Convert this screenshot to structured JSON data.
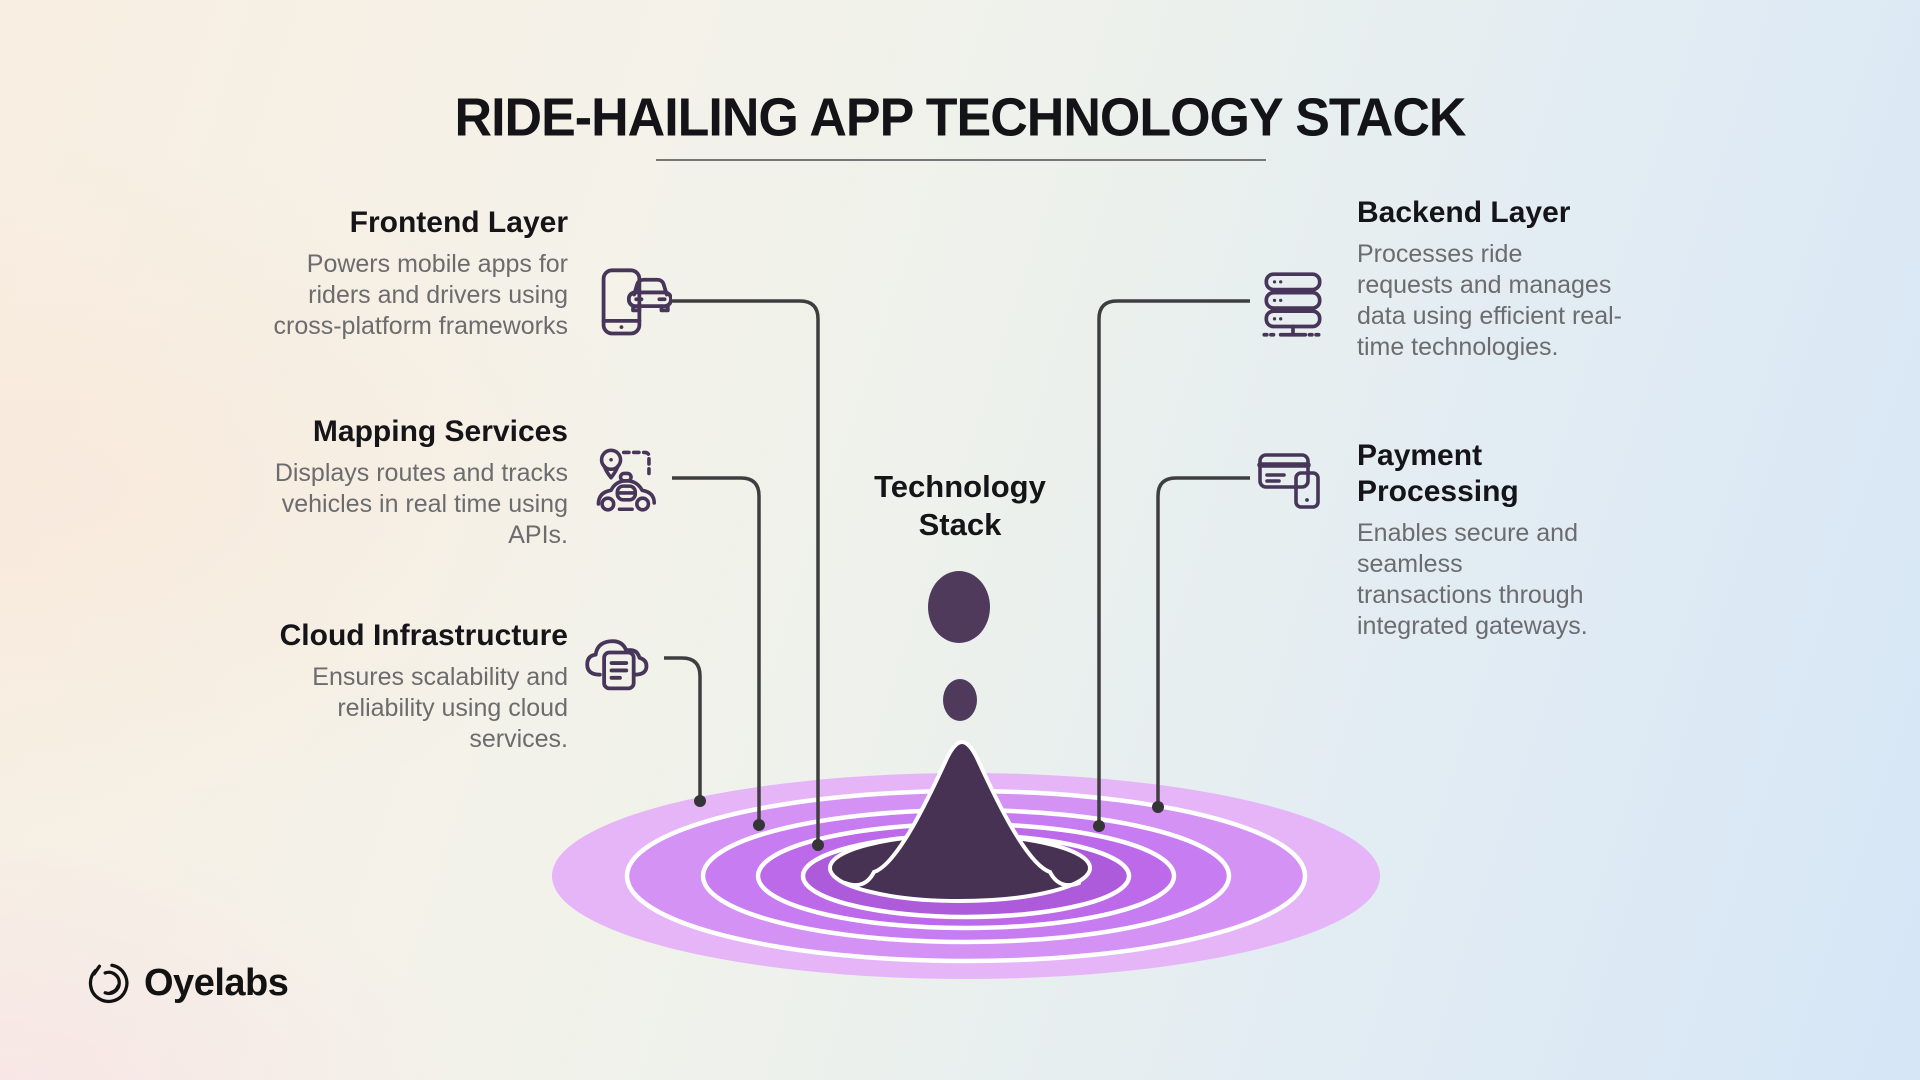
{
  "title": {
    "text": "RIDE-HAILING APP TECHNOLOGY STACK"
  },
  "center_label": {
    "line1": "Technology",
    "line2": "Stack"
  },
  "sections": {
    "frontend": {
      "heading": "Frontend Layer",
      "body": "Powers mobile apps for riders and drivers using cross-platform frameworks",
      "icon": "smartphone-car-icon"
    },
    "mapping": {
      "heading": "Mapping Services",
      "body": "Displays routes and tracks vehicles in real time using APIs.",
      "icon": "map-pin-taxi-icon"
    },
    "cloud": {
      "heading": "Cloud Infrastructure",
      "body": "Ensures scalability and reliability using cloud services.",
      "icon": "cloud-document-icon"
    },
    "backend": {
      "heading": "Backend Layer",
      "body": "Processes ride requests and manages data using efficient real-time technologies.",
      "icon": "server-rack-icon"
    },
    "payment": {
      "heading": "Payment Processing",
      "body": "Enables secure and seamless transactions through integrated gateways.",
      "icon": "credit-card-phone-icon"
    }
  },
  "brand": {
    "name": "Oyelabs",
    "icon": "oyelabs-logo-icon"
  },
  "colors": {
    "background_left": "#f8eee1",
    "background_right": "#d6e6f6",
    "ripple_bands": [
      "#e6b5f8",
      "#d392f4",
      "#c77cf1",
      "#bc69ea",
      "#ae5bdb"
    ],
    "ripple_ring": "#ffffff",
    "splash_dark": "#473253",
    "droplet": "#4f3a5c",
    "icon_stroke": "#473659",
    "connector": "#3e3e40",
    "heading_text": "#151418",
    "body_text": "#6c6c6f"
  }
}
